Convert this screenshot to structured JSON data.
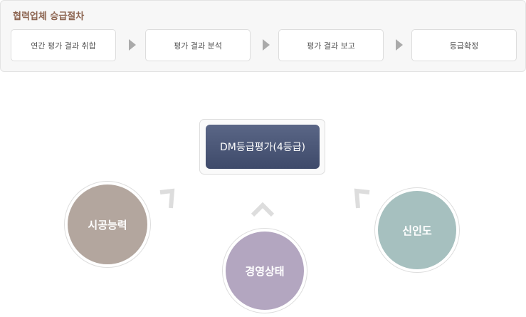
{
  "header": {
    "title": "협력업체 승급절차"
  },
  "steps": [
    "연간 평가 결과 취합",
    "평가 결과 분석",
    "평가 결과 보고",
    "등급확정"
  ],
  "center": {
    "label": "DM등급평가(4등급)"
  },
  "factors": [
    {
      "label": "시공능력",
      "color": "#b3a69e"
    },
    {
      "label": "경영상태",
      "color": "#b3a6c0"
    },
    {
      "label": "신인도",
      "color": "#a6c0bf"
    }
  ]
}
